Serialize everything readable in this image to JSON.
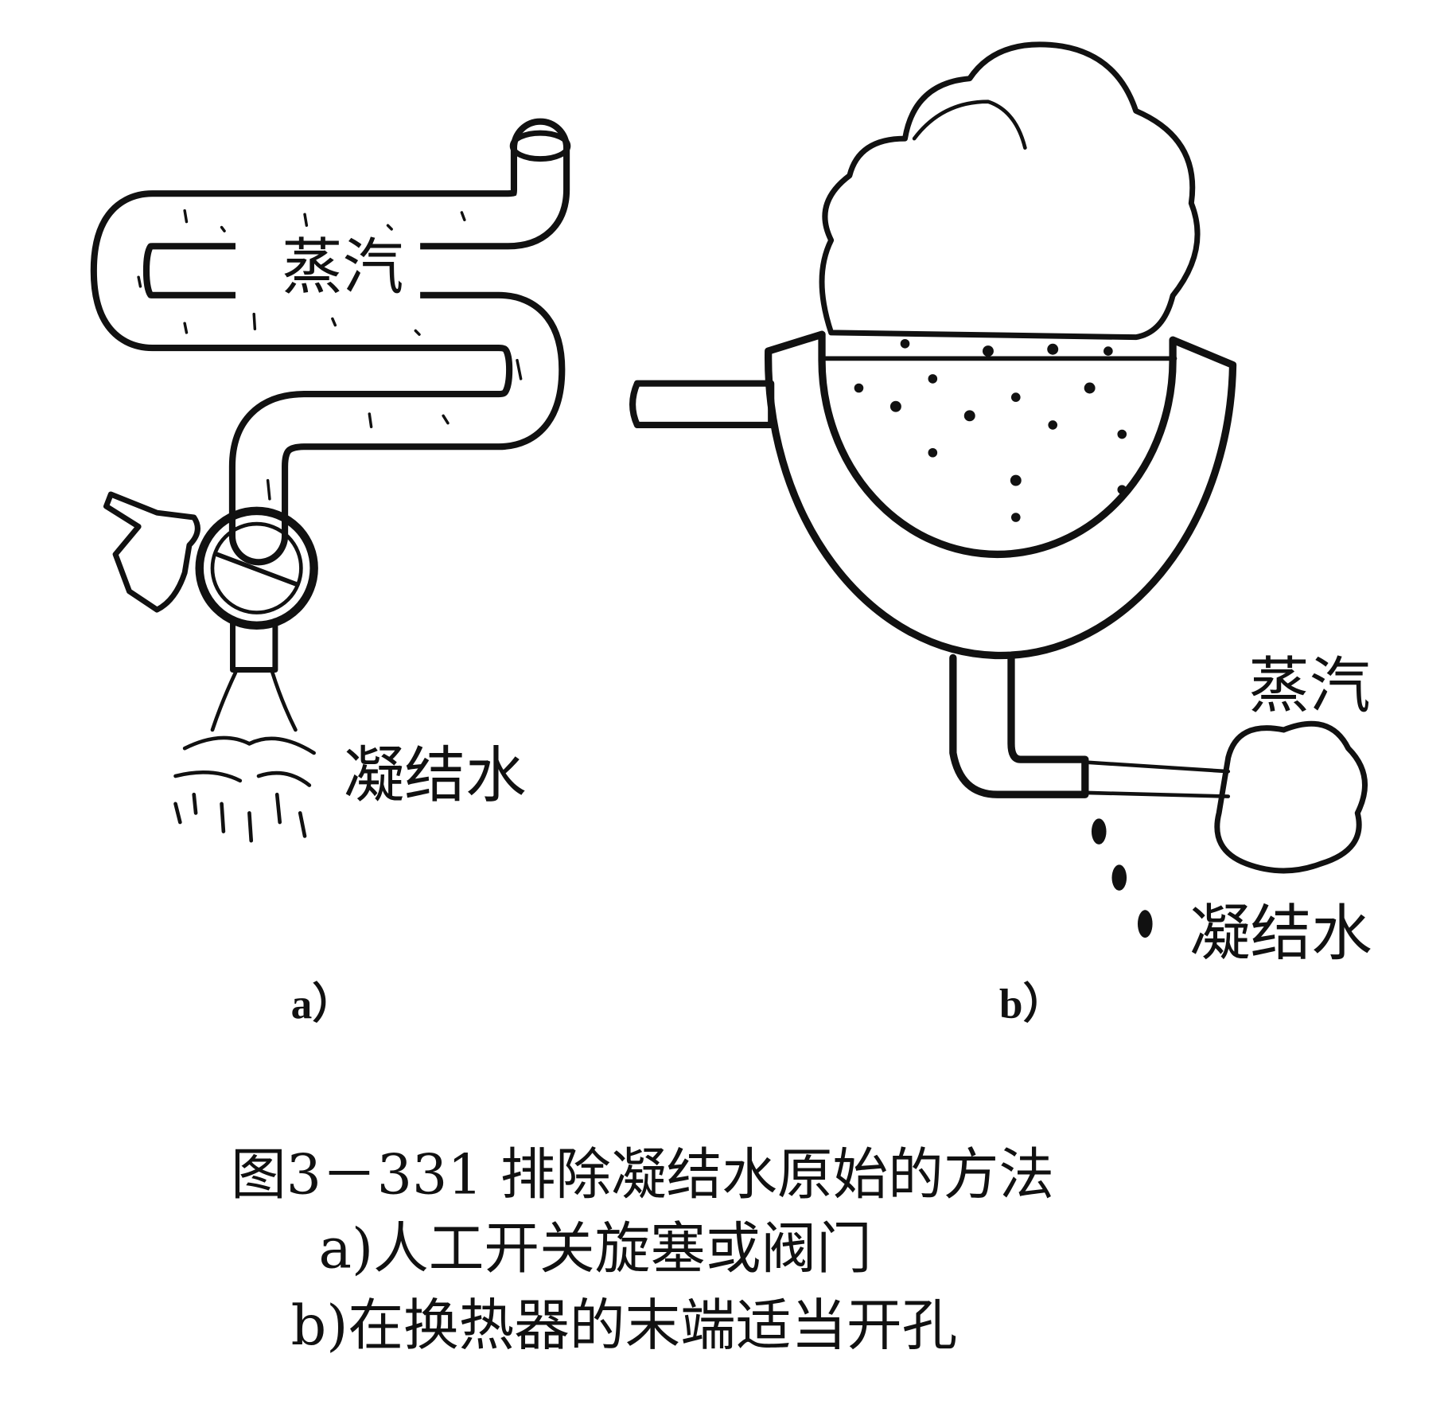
{
  "figure_a": {
    "steam_label": "蒸汽",
    "condensate_label": "凝结水",
    "sublabel": "a）"
  },
  "figure_b": {
    "steam_label": "蒸汽",
    "condensate_label": "凝结水",
    "sublabel": "b）"
  },
  "caption": {
    "title": "图3－331 排除凝结水原始的方法",
    "line_a": "a)人工开关旋塞或阀门",
    "line_b": "b)在换热器的末端适当开孔"
  },
  "colors": {
    "ink": "#111111",
    "paper": "#ffffff"
  }
}
